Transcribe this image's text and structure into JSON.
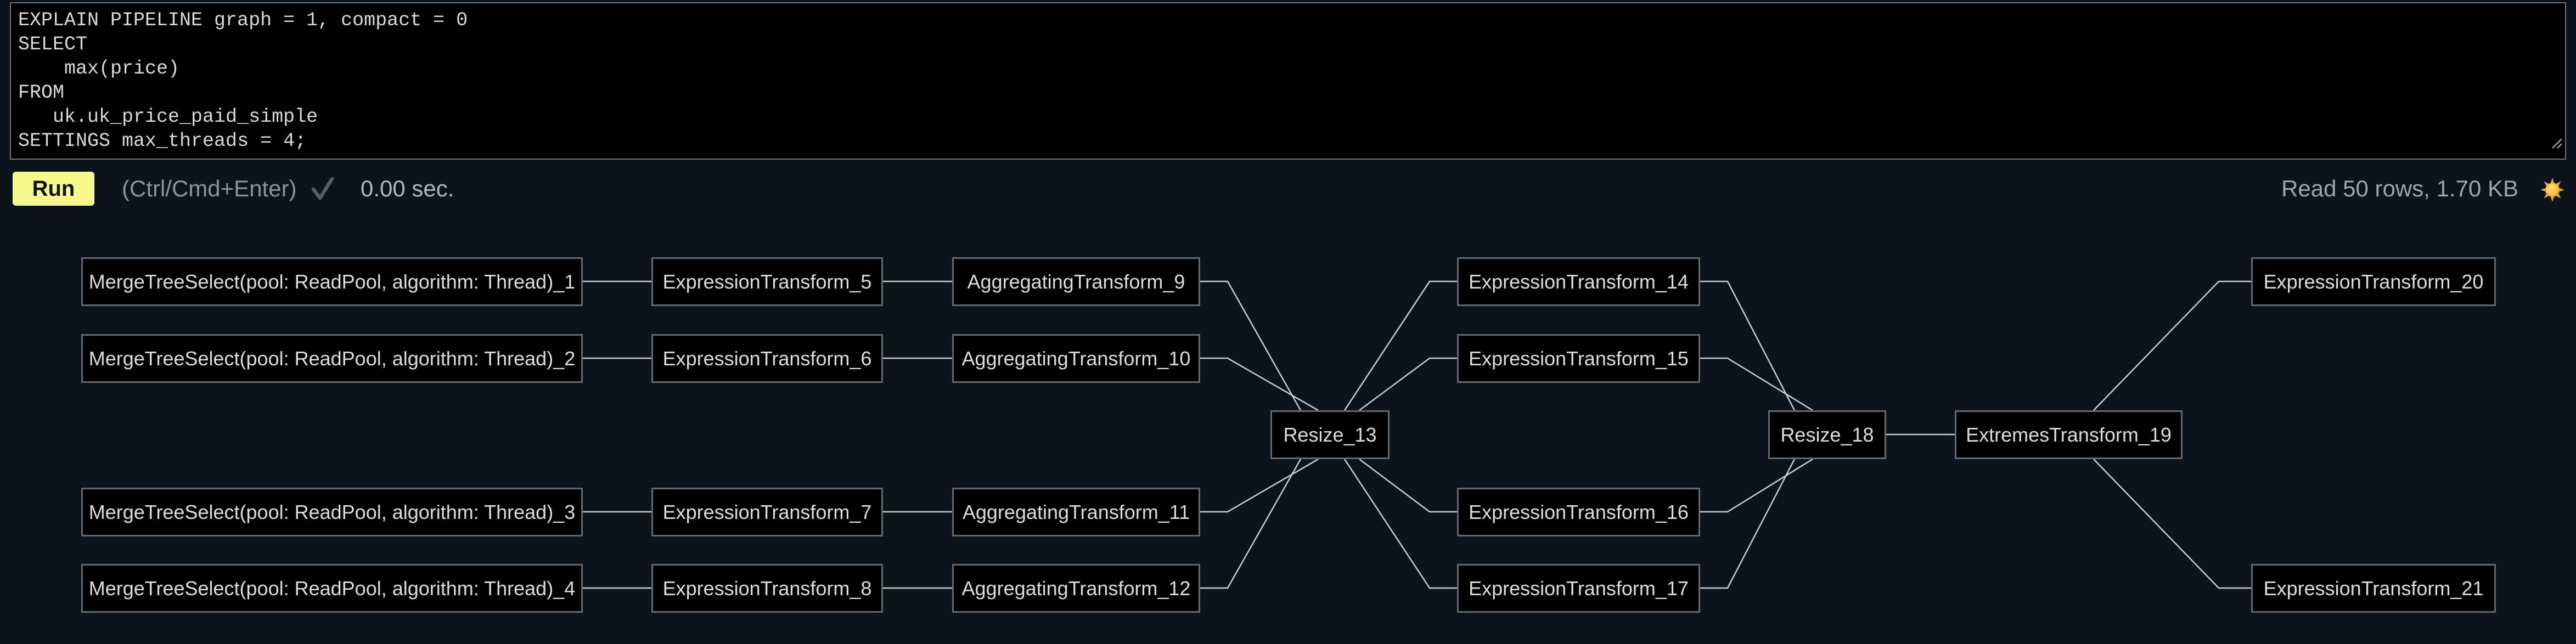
{
  "editor": {
    "code_lines": [
      "EXPLAIN PIPELINE graph = 1, compact = 0",
      "SELECT",
      "    max(price)",
      "FROM",
      "   uk.uk_price_paid_simple",
      "SETTINGS max_threads = 4;"
    ]
  },
  "toolbar": {
    "run_label": "Run",
    "shortcut_hint": "(Ctrl/Cmd+Enter)",
    "elapsed": "0.00 sec.",
    "stats": "Read 50 rows, 1.70 KB",
    "check_icon": "check-icon",
    "theme_icon": "sun-icon"
  },
  "colors": {
    "page_background": "#0b141b",
    "editor_background": "#000000",
    "run_button": "#f7f88b",
    "node_background": "#000000",
    "node_border": "#63696e",
    "edge": "#c9cdd0",
    "sun": "#f5a623"
  },
  "pipeline": {
    "nodes": [
      {
        "id": "n1",
        "label": "MergeTreeSelect(pool: ReadPool, algorithm: Thread)_1"
      },
      {
        "id": "n2",
        "label": "MergeTreeSelect(pool: ReadPool, algorithm: Thread)_2"
      },
      {
        "id": "n3",
        "label": "MergeTreeSelect(pool: ReadPool, algorithm: Thread)_3"
      },
      {
        "id": "n4",
        "label": "MergeTreeSelect(pool: ReadPool, algorithm: Thread)_4"
      },
      {
        "id": "n5",
        "label": "ExpressionTransform_5"
      },
      {
        "id": "n6",
        "label": "ExpressionTransform_6"
      },
      {
        "id": "n7",
        "label": "ExpressionTransform_7"
      },
      {
        "id": "n8",
        "label": "ExpressionTransform_8"
      },
      {
        "id": "n9",
        "label": "AggregatingTransform_9"
      },
      {
        "id": "n10",
        "label": "AggregatingTransform_10"
      },
      {
        "id": "n11",
        "label": "AggregatingTransform_11"
      },
      {
        "id": "n12",
        "label": "AggregatingTransform_12"
      },
      {
        "id": "n13",
        "label": "Resize_13"
      },
      {
        "id": "n14",
        "label": "ExpressionTransform_14"
      },
      {
        "id": "n15",
        "label": "ExpressionTransform_15"
      },
      {
        "id": "n16",
        "label": "ExpressionTransform_16"
      },
      {
        "id": "n17",
        "label": "ExpressionTransform_17"
      },
      {
        "id": "n18",
        "label": "Resize_18"
      },
      {
        "id": "n19",
        "label": "ExtremesTransform_19"
      },
      {
        "id": "n20",
        "label": "ExpressionTransform_20"
      },
      {
        "id": "n21",
        "label": "ExpressionTransform_21"
      }
    ],
    "edges": [
      [
        "n1",
        "n5"
      ],
      [
        "n2",
        "n6"
      ],
      [
        "n3",
        "n7"
      ],
      [
        "n4",
        "n8"
      ],
      [
        "n5",
        "n9"
      ],
      [
        "n6",
        "n10"
      ],
      [
        "n7",
        "n11"
      ],
      [
        "n8",
        "n12"
      ],
      [
        "n9",
        "n13"
      ],
      [
        "n10",
        "n13"
      ],
      [
        "n11",
        "n13"
      ],
      [
        "n12",
        "n13"
      ],
      [
        "n13",
        "n14"
      ],
      [
        "n13",
        "n15"
      ],
      [
        "n13",
        "n16"
      ],
      [
        "n13",
        "n17"
      ],
      [
        "n14",
        "n18"
      ],
      [
        "n15",
        "n18"
      ],
      [
        "n16",
        "n18"
      ],
      [
        "n17",
        "n18"
      ],
      [
        "n18",
        "n19"
      ],
      [
        "n19",
        "n20"
      ],
      [
        "n19",
        "n21"
      ]
    ]
  }
}
